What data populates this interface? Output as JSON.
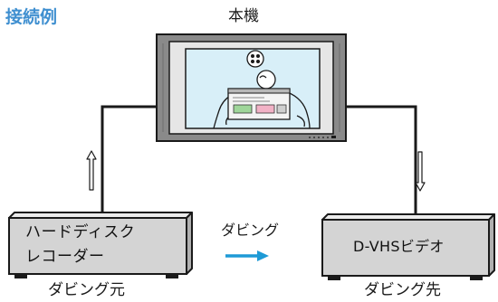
{
  "diagram": {
    "title": "接続例",
    "tv_label": "本機",
    "source_device": {
      "line1": "ハードディスク",
      "line2": "レコーダー",
      "caption": "ダビング元"
    },
    "dest_device": {
      "name": "D-VHSビデオ",
      "caption": "ダビング先"
    },
    "dubbing_label": "ダビング",
    "colors": {
      "title": "#3f8fd0",
      "arrow": "#1e9ad6",
      "device_fill": "#d4d4d4",
      "screen": "#d8eff8"
    }
  }
}
